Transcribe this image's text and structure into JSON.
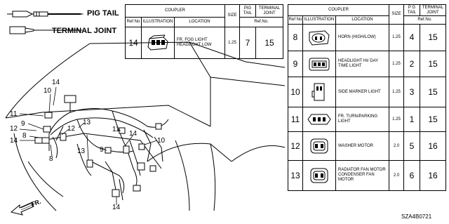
{
  "legend": {
    "pig_tail_label": "PIG TAIL",
    "terminal_joint_label": "TERMINAL JOINT"
  },
  "left_table": {
    "headers": {
      "ref_no": "Ref No",
      "coupler": "COUPLER",
      "illustration": "ILLUSTRATION",
      "location": "LOCATION",
      "size": "SIZE",
      "pig_tail": "PIG TAIL",
      "terminal_joint": "TERMINAL JOINT",
      "ref_no_sub": "Ref.No."
    },
    "rows": [
      {
        "ref": "14",
        "location_line1": "FR. FOG LIGHT",
        "location_line2": "HEADLIGHT LOW",
        "size": "1.25",
        "pig_tail": "7",
        "terminal_joint": "15"
      }
    ]
  },
  "right_table": {
    "headers": {
      "ref_no": "Ref No",
      "coupler": "COUPLER",
      "illustration": "ILLUSTRATION",
      "location": "LOCATION",
      "size": "SIZE",
      "pig_tail": "P G TAIL",
      "terminal_joint": "TERMINAL JOINT",
      "ref_no_sub": "Ref.No."
    },
    "rows": [
      {
        "ref": "8",
        "location": "HORN (HIGH/LOW)",
        "size": "1.25",
        "pig_tail": "4",
        "terminal_joint": "15"
      },
      {
        "ref": "9",
        "location": "HEADLIGHT HI/ DAY TIME LIGHT",
        "size": "1.25",
        "pig_tail": "2",
        "terminal_joint": "15"
      },
      {
        "ref": "10",
        "location": "SIDE MARKER LIGHT",
        "size": "1.25",
        "pig_tail": "3",
        "terminal_joint": "15"
      },
      {
        "ref": "11",
        "location": "FR. TURN/PARKING LIGHT",
        "size": "1.25",
        "pig_tail": "1",
        "terminal_joint": "15"
      },
      {
        "ref": "12",
        "location": "WASHER MOTOR",
        "size": "2.0",
        "pig_tail": "5",
        "terminal_joint": "16"
      },
      {
        "ref": "13",
        "location": "RADIATOR FAN MOTOR CONDENSER FAN MOTOR",
        "size": "2.0",
        "pig_tail": "6",
        "terminal_joint": "16"
      }
    ]
  },
  "diagram": {
    "callouts": [
      "14",
      "10",
      "11",
      "9",
      "12",
      "8",
      "14",
      "8",
      "12",
      "13",
      "13",
      "11",
      "14",
      "9",
      "10",
      "14"
    ],
    "direction_label": "FR.",
    "part_code": "SZA4B0721"
  }
}
